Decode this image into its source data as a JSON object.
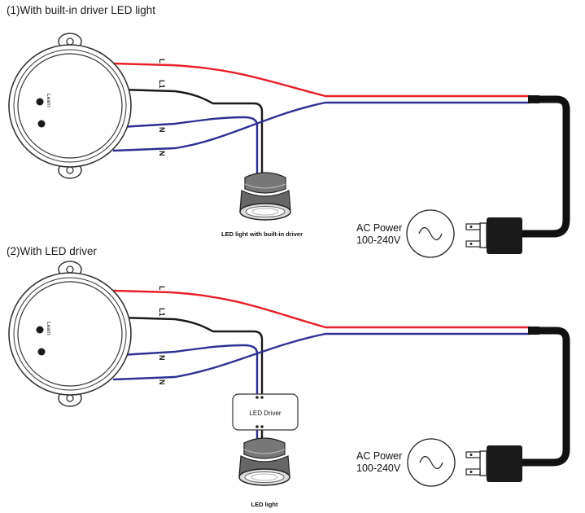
{
  "colors": {
    "live_wire": "#e8202a",
    "load_wire": "#1a1a1a",
    "neutral_wire": "#2e3192",
    "cable": "#111111",
    "outline": "#333333"
  },
  "icons": {
    "sensor": "round-sensor-module-icon",
    "bulb": "led-spotlight-icon",
    "ac_source": "ac-sine-source-icon",
    "plug": "power-plug-icon"
  },
  "section1": {
    "title": "(1)With built-in driver LED light",
    "sensor": {
      "learn_label": "Learn"
    },
    "wires": {
      "l": "L",
      "l1": "L1",
      "n1": "N",
      "n2": "N"
    },
    "lamp_label": "LED light with built-in driver",
    "power_label_1": "AC Power",
    "power_label_2": "100-240V"
  },
  "section2": {
    "title": "(2)With LED driver",
    "sensor": {
      "learn_label": "Learn"
    },
    "wires": {
      "l": "L",
      "l1": "L1",
      "n1": "N",
      "n2": "N"
    },
    "driver_label": "LED Driver",
    "lamp_label": "LED light",
    "power_label_1": "AC Power",
    "power_label_2": "100-240V"
  }
}
